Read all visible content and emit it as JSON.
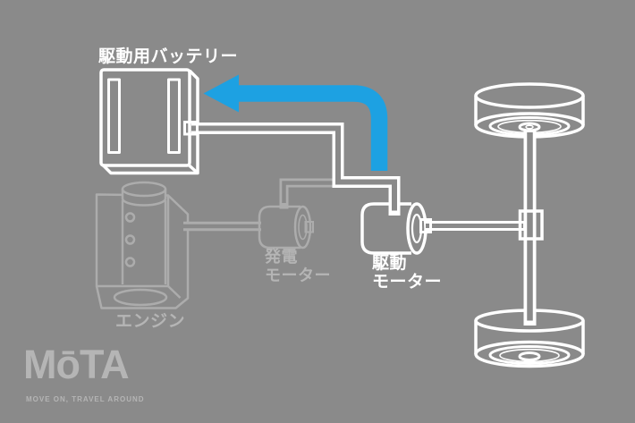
{
  "labels": {
    "battery": "駆動用バッテリー",
    "engine": "エンジン",
    "generator_line1": "発電",
    "generator_line2": "モーター",
    "drive_motor_line1": "駆動",
    "drive_motor_line2": "モーター"
  },
  "logo": {
    "text": "MōTA",
    "tagline": "MOVE ON, TRAVEL AROUND"
  },
  "colors": {
    "background": "#8a8a8a",
    "white": "#ffffff",
    "faint": "#acacac",
    "label_faint": "#b5b5b5",
    "arrow_blue": "#1da1e2",
    "logo_gray": "#b5b5b5"
  }
}
